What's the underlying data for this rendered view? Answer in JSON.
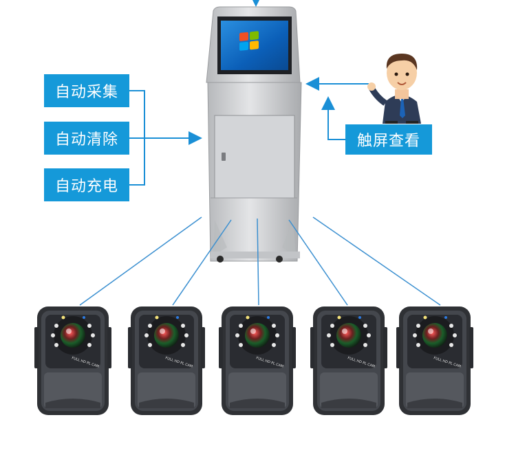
{
  "features": [
    {
      "label": "自动采集"
    },
    {
      "label": "自动清除"
    },
    {
      "label": "自动充电"
    }
  ],
  "touch_label": "触屏查看",
  "camera_body_text": "FULL HD PL CAM",
  "colors": {
    "label_box": "#1599d9",
    "arrow": "#1a8fd6",
    "connector": "#3a8fd0",
    "kiosk": "#c8cacd",
    "camera_body": "#33353a"
  },
  "icons": [
    "kiosk-icon",
    "windows-logo-icon",
    "businessman-icon",
    "body-camera-icon"
  ]
}
